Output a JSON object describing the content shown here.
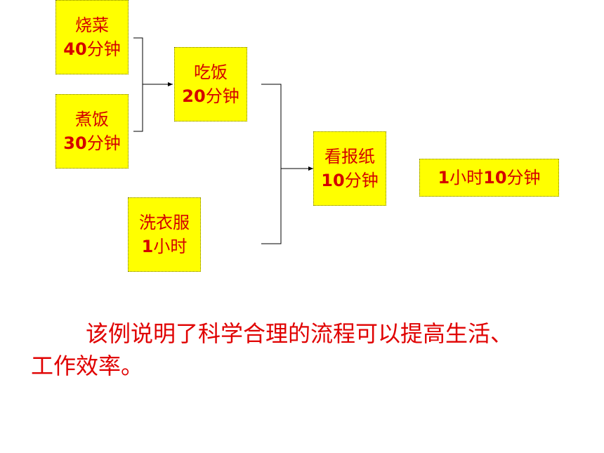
{
  "diagram": {
    "nodes": {
      "cook_dish": {
        "title": "烧菜",
        "dur_num": "40",
        "dur_unit": "分钟"
      },
      "cook_rice": {
        "title": "煮饭",
        "dur_num": "30",
        "dur_unit": "分钟"
      },
      "eat": {
        "title": "吃饭",
        "dur_num": "20",
        "dur_unit": "分钟"
      },
      "laundry": {
        "title": "洗衣服",
        "dur_num": "1",
        "dur_unit": "小时"
      },
      "newspaper": {
        "title": "看报纸",
        "dur_num": "10",
        "dur_unit": "分钟"
      },
      "total": {
        "p1": "1",
        "p2": "小时",
        "p3": "10",
        "p4": "分钟"
      }
    },
    "edges": [
      {
        "from": [
          "cook_dish",
          "cook_rice"
        ],
        "to": "eat"
      },
      {
        "from": [
          "eat",
          "laundry"
        ],
        "to": "newspaper"
      }
    ]
  },
  "conclusion": {
    "text": "该例说明了科学合理的流程可以提高生活、工作效率。"
  },
  "colors": {
    "box_fill": "#ffff00",
    "box_text": "#d40000",
    "conclusion_text": "#e00000"
  }
}
